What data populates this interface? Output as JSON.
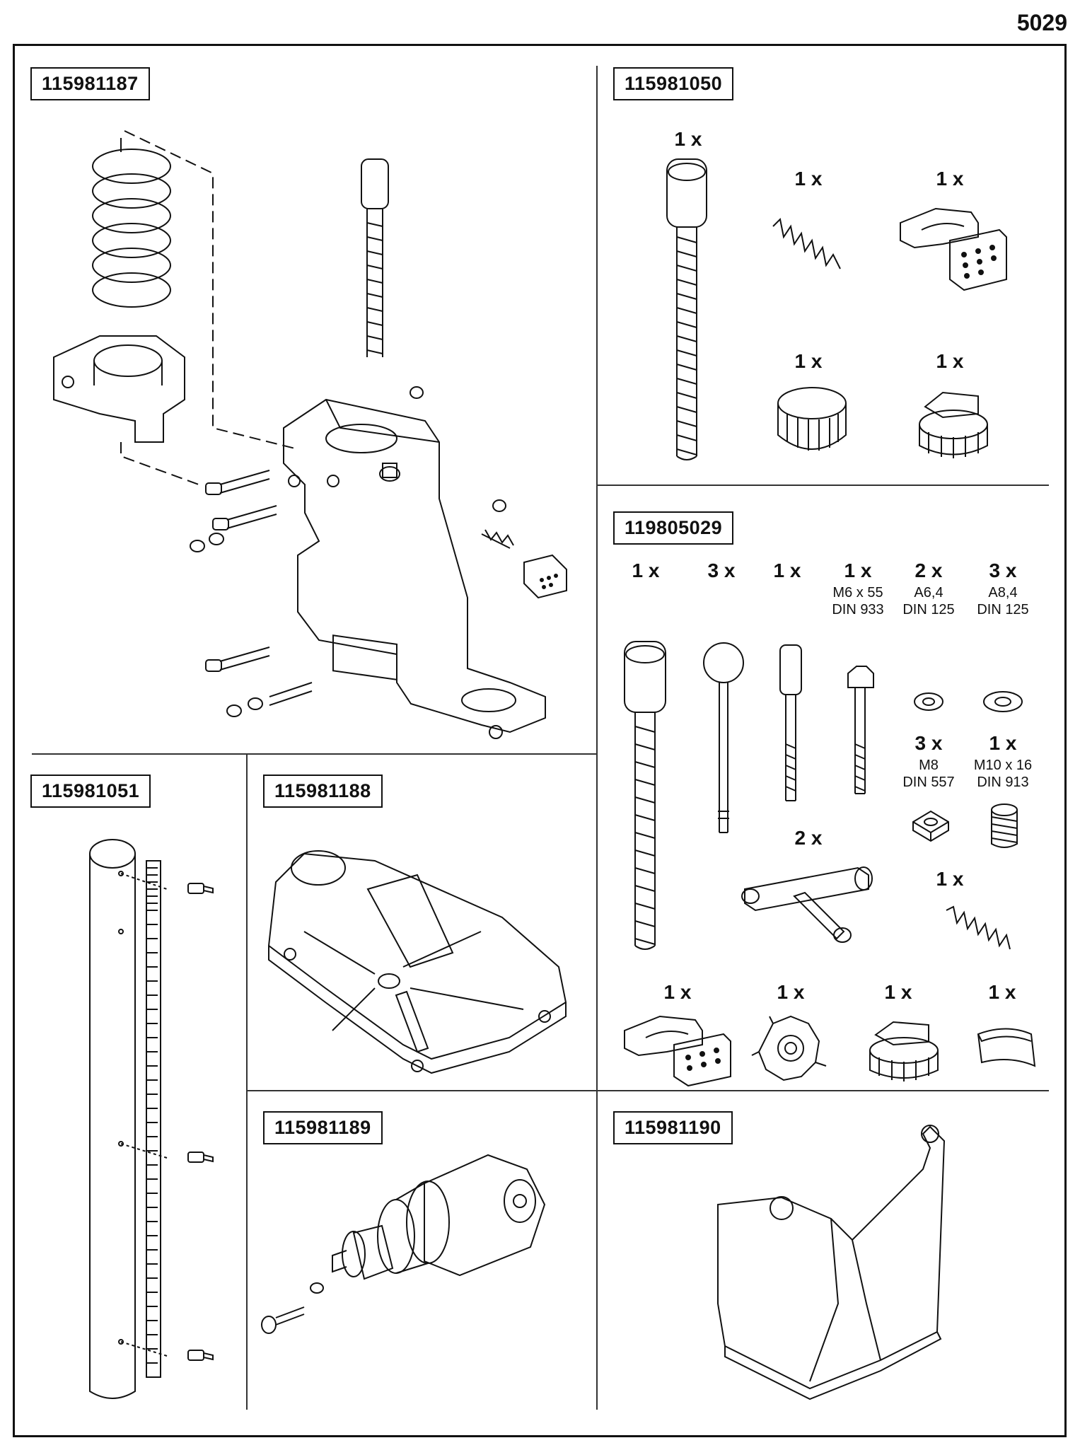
{
  "page_number": "5029",
  "panels": {
    "p187": {
      "label": "115981187"
    },
    "p050": {
      "label": "115981050",
      "items": [
        {
          "qty": "1 x",
          "icon": "feed-screw-icon"
        },
        {
          "qty": "1 x",
          "icon": "compression-spring-icon"
        },
        {
          "qty": "1 x",
          "icon": "clamp-jaw-icon"
        },
        {
          "qty": "1 x",
          "icon": "scale-ring-icon"
        },
        {
          "qty": "1 x",
          "icon": "knob-cap-icon"
        }
      ]
    },
    "p029": {
      "label": "119805029",
      "items": [
        {
          "qty": "1 x",
          "spec1": "",
          "spec2": "",
          "icon": "feed-screw-icon"
        },
        {
          "qty": "3 x",
          "spec1": "",
          "spec2": "",
          "icon": "ball-lever-icon"
        },
        {
          "qty": "1 x",
          "spec1": "",
          "spec2": "",
          "icon": "threaded-pin-icon"
        },
        {
          "qty": "1 x",
          "spec1": "M6 x 55",
          "spec2": "DIN 933",
          "icon": "hex-bolt-icon"
        },
        {
          "qty": "2 x",
          "spec1": "A6,4",
          "spec2": "DIN 125",
          "icon": "washer-icon"
        },
        {
          "qty": "3 x",
          "spec1": "A8,4",
          "spec2": "DIN 125",
          "icon": "washer-icon"
        },
        {
          "qty": "3 x",
          "spec1": "M8",
          "spec2": "DIN 557",
          "icon": "square-nut-icon"
        },
        {
          "qty": "1 x",
          "spec1": "M10 x 16",
          "spec2": "DIN 913",
          "icon": "set-screw-icon"
        },
        {
          "qty": "2 x",
          "spec1": "",
          "spec2": "",
          "icon": "t-handle-icon"
        },
        {
          "qty": "1 x",
          "spec1": "",
          "spec2": "",
          "icon": "compression-spring-icon"
        },
        {
          "qty": "1 x",
          "spec1": "",
          "spec2": "",
          "icon": "clamp-jaw-icon"
        },
        {
          "qty": "1 x",
          "spec1": "",
          "spec2": "",
          "icon": "star-nut-icon"
        },
        {
          "qty": "1 x",
          "spec1": "",
          "spec2": "",
          "icon": "knob-cap-icon"
        },
        {
          "qty": "1 x",
          "spec1": "",
          "spec2": "",
          "icon": "wedge-icon"
        }
      ]
    },
    "p051": {
      "label": "115981051"
    },
    "p188": {
      "label": "115981188"
    },
    "p189": {
      "label": "115981189"
    },
    "p190": {
      "label": "115981190"
    }
  }
}
